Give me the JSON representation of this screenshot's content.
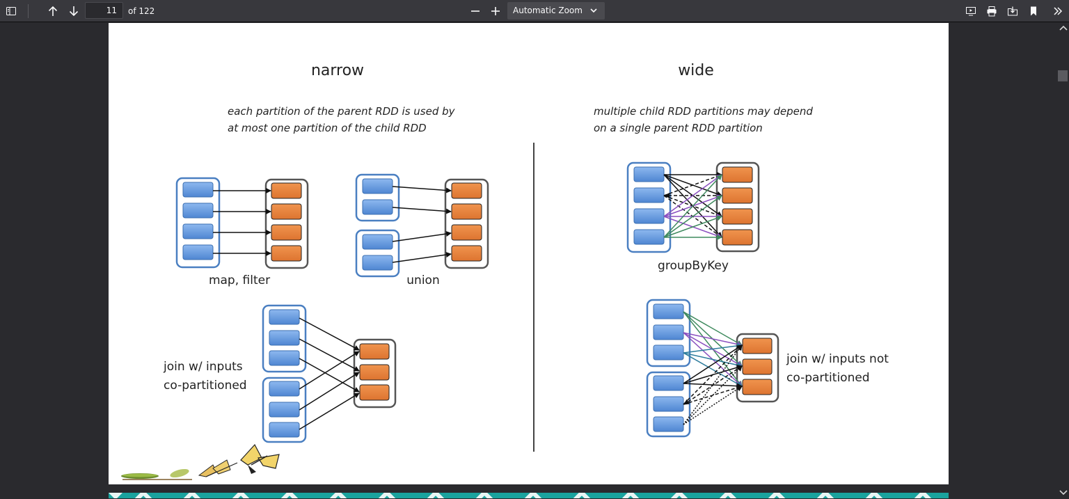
{
  "toolbar": {
    "page_number": "11",
    "page_count": "of 122",
    "zoom": "Automatic Zoom"
  },
  "slide": {
    "narrow": {
      "title": "narrow",
      "desc_line1": "each partition of the parent RDD is used by",
      "desc_line2": "at most one partition of the child RDD",
      "map_filter": "map, filter",
      "union": "union",
      "join_line1": "join w/ inputs",
      "join_line2": "co-partitioned"
    },
    "wide": {
      "title": "wide",
      "desc_line1": "multiple child RDD partitions may depend",
      "desc_line2": "on a single parent RDD partition",
      "group_by_key": "groupByKey",
      "join_line1": "join w/ inputs not",
      "join_line2": "co-partitioned"
    }
  },
  "colors": {
    "parent_fill": "#6a9fe0",
    "parent_border": "#4a7fc1",
    "child_fill": "#e8823a",
    "child_border": "#555555",
    "purple_edge": "#8a4fbf",
    "green_edge": "#3f8a5e",
    "teal_edge": "#2c7c9c"
  },
  "icons": [
    "sidebar-toggle-icon",
    "arrow-up-icon",
    "arrow-down-icon",
    "zoom-out-icon",
    "zoom-in-icon",
    "chevron-down-icon",
    "presentation-icon",
    "print-icon",
    "save-icon",
    "bookmark-icon",
    "tools-icon"
  ]
}
